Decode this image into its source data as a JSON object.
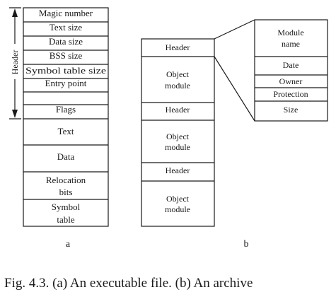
{
  "executable": {
    "header_fields": [
      "Magic number",
      "Text size",
      "Data size",
      "BSS size",
      "Symbol table size",
      "Entry point",
      "",
      "Flags"
    ],
    "header_side_label": "Header",
    "sections": [
      [
        "Text"
      ],
      [
        "Data"
      ],
      [
        "Relocation",
        "bits"
      ],
      [
        "Symbol",
        "table"
      ]
    ],
    "label": "a"
  },
  "archive": {
    "entries": [
      {
        "type": "header",
        "lines": [
          "Header"
        ]
      },
      {
        "type": "module",
        "lines": [
          "Object",
          "module"
        ]
      },
      {
        "type": "header",
        "lines": [
          "Header"
        ]
      },
      {
        "type": "module",
        "lines": [
          "Object",
          "module"
        ]
      },
      {
        "type": "header",
        "lines": [
          "Header"
        ]
      },
      {
        "type": "module",
        "lines": [
          "Object",
          "module"
        ]
      }
    ],
    "label": "b"
  },
  "header_detail": {
    "fields": [
      [
        "Module",
        "name"
      ],
      [
        "Date"
      ],
      [
        "Owner"
      ],
      [
        "Protection"
      ],
      [
        "Size"
      ]
    ]
  },
  "caption": "Fig. 4.3. (a) An executable file. (b) An archive"
}
